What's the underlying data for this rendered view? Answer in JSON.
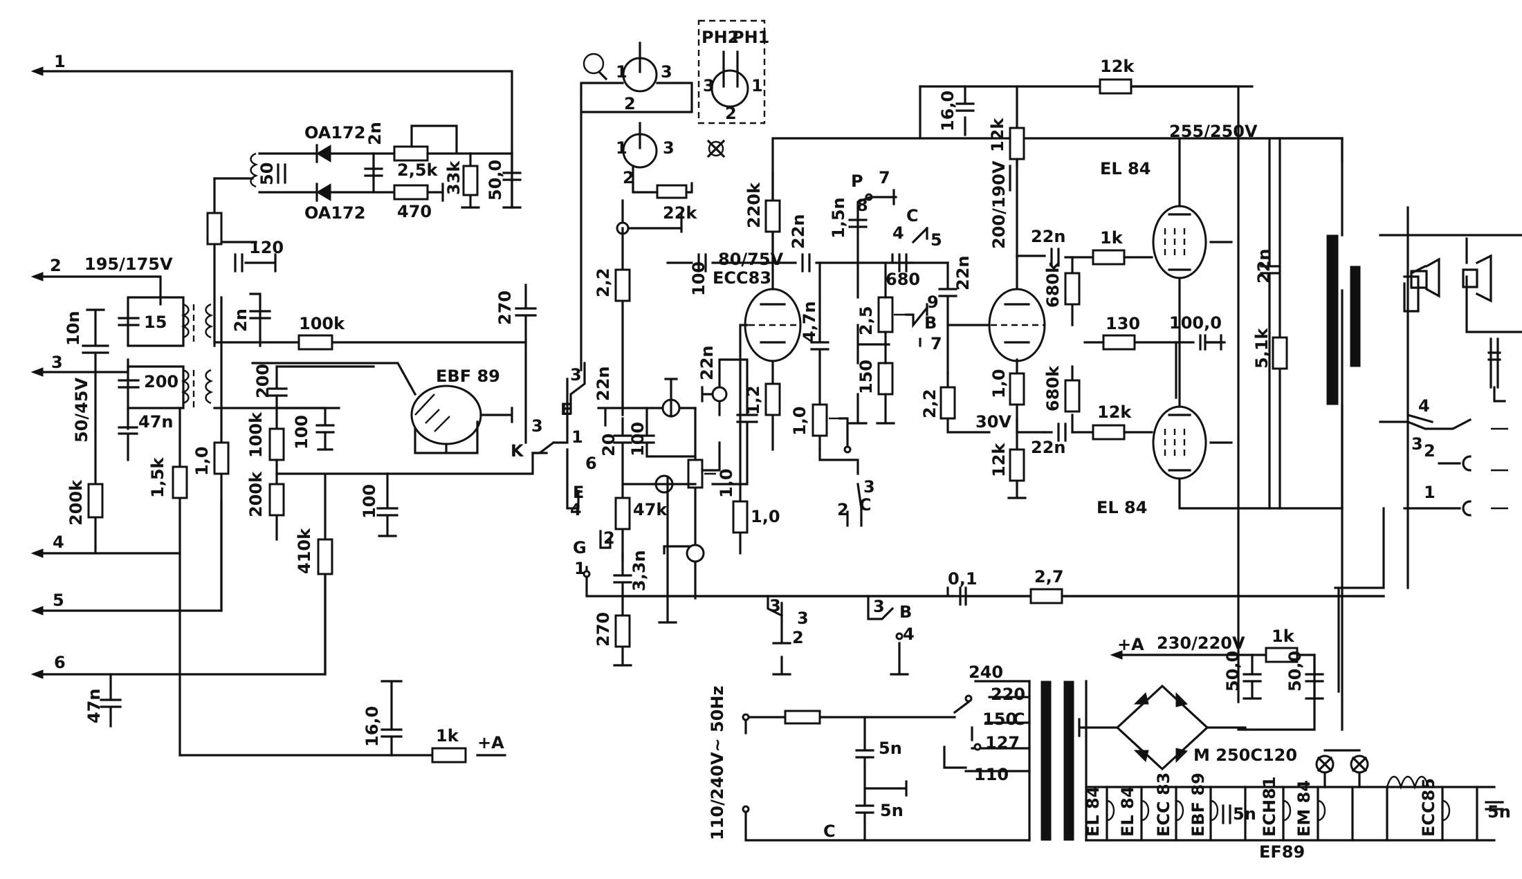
{
  "diagram": {
    "connectors": {
      "n1": "1",
      "n2": "2",
      "n3": "3",
      "n4": "4",
      "n5": "5",
      "n6": "6"
    },
    "voltages": {
      "v_195": "195/175V",
      "v_50": "50/45V",
      "v_80": "80/75V",
      "v_200": "200/190V",
      "v_255": "255/250V",
      "v_30": "30V",
      "v_230": "230/220V",
      "v_plusA": "+A",
      "v_plusA_b": "+A",
      "mains": "110/240V~ 50Hz"
    },
    "components": {
      "c_10n": "10n",
      "c_15": "15",
      "c_200a": "200",
      "c_47n": "47n",
      "r_200k": "200k",
      "r_1k5": "1,5k",
      "c_50": "50",
      "d_oa172a": "OA172",
      "d_oa172b": "OA172",
      "c_2n": "2n",
      "r_2k5": "2,5k",
      "r_470": "470",
      "r_33k": "33k",
      "c_500": "50,0",
      "r_top": "",
      "c_120": "120",
      "c_2n_b": "2n",
      "r_100k": "100k",
      "c_270": "270",
      "c_200b": "200",
      "r_100k_b": "100k",
      "c_100a": "100",
      "r_200k_b": "200k",
      "r_1_0a": "1,0",
      "r_410k": "410k",
      "c_100b": "100",
      "c_16": "16,0",
      "r_1k": "1k",
      "c_47n_b": "47n",
      "c_22n_a": "22n",
      "c_20": "20",
      "c_100c": "100",
      "r_1_0b": "1,0",
      "r_47k": "47k",
      "c_3_3n": "3,3n",
      "r_270": "270",
      "r_2_2a": "2,2",
      "r_22k": "22k",
      "r_220k": "220k",
      "c_22n_b": "22n",
      "c_100d": "100",
      "c_22n_c": "22n",
      "r_1_2": "1,2",
      "r_1_0c": "1,0",
      "c_4_7n": "4,7n",
      "r_1_0d": "1,0",
      "c_1_5n": "1,5n",
      "c_680": "680",
      "p_2_5": "2,5",
      "r_150": "150",
      "c_22n_d": "22n",
      "r_2_2b": "2,2",
      "c_16_0": "16,0",
      "r_12k_a": "12k",
      "r_12k_top": "12k",
      "c_22n_e": "22n",
      "r_680k_a": "680k",
      "r_1k_g": "1k",
      "r_1_0e": "1,0",
      "r_130": "130",
      "c_100_0": "100,0",
      "r_680k_b": "680k",
      "r_12k_b": "12k",
      "r_12k_c": "12k",
      "c_22n_f": "22n",
      "c_22n_g": "22n",
      "r_5_1k": "5,1k",
      "c_0_1": "0,1",
      "r_2_7": "2,7",
      "r_1k_psu": "1k",
      "c_50_0a": "50,0",
      "c_50_0b": "50,0",
      "c_5n_a": "5n",
      "c_5n_b": "5n",
      "c_5n_c": "5n",
      "c_5n_d": "5n",
      "rect": "M 250C120"
    },
    "tubes": {
      "ebf89": "EBF 89",
      "ecc83": "ECC83",
      "el84_top": "EL 84",
      "el84_bot": "EL 84",
      "heater_el84a": "EL 84",
      "heater_el84b": "EL 84",
      "heater_ecc83": "ECC 83",
      "heater_ebf89": "EBF 89",
      "heater_ech81": "ECH81",
      "heater_em84": "EM 84",
      "heater_ecc85": "ECC85",
      "heater_ef89": "EF89"
    },
    "tags": {
      "ph2": "PH2",
      "ph1": "PH1",
      "k": "K",
      "e1": "E",
      "e2": "E",
      "g": "G",
      "p": "P",
      "b1": "B",
      "b2": "B",
      "c1": "C",
      "c2": "C",
      "c_cr": "C",
      "c_c2": "C",
      "t240": "240",
      "t220": "220",
      "t150": "150",
      "t127": "127",
      "t110": "110",
      "num1": "1",
      "num2": "2",
      "num3": "3",
      "num4": "4",
      "num5": "5",
      "num6": "6",
      "num7": "7",
      "num8": "8",
      "num9": "9"
    }
  }
}
